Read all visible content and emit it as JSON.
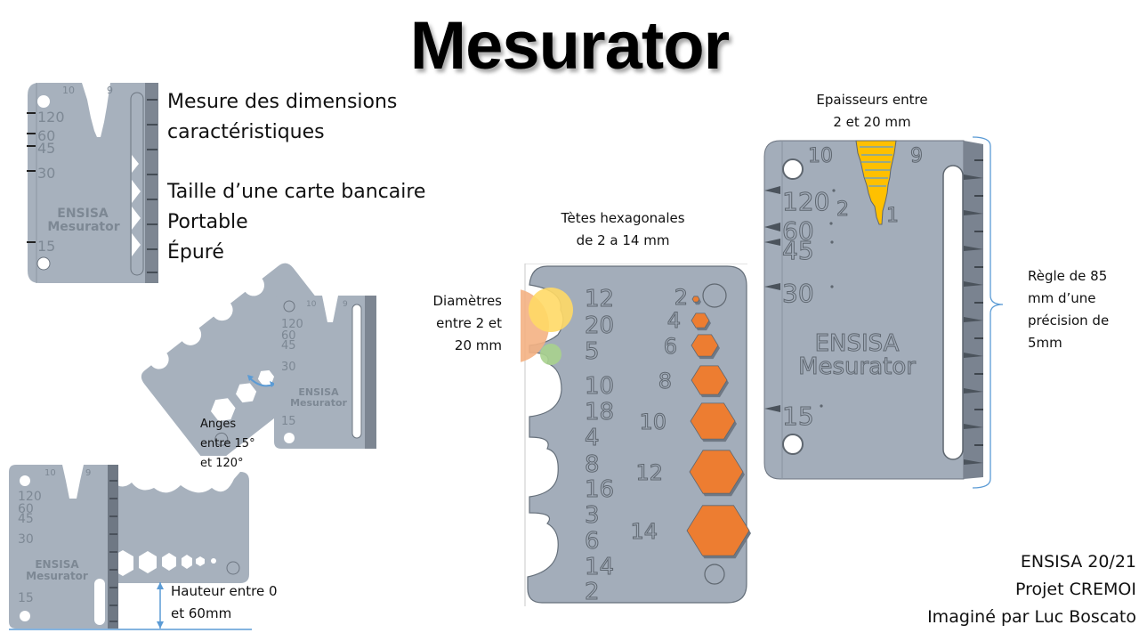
{
  "title": "Mesurator",
  "features": {
    "line1": "Mesure des dimensions",
    "line2": "caractéristiques",
    "line3": "Taille d’une carte bancaire",
    "line4": "Portable",
    "line5": "Épuré"
  },
  "notes": {
    "angles": [
      "Anges",
      "entre 15°",
      "et 120°"
    ],
    "height": [
      "Hauteur entre 0",
      "et 60mm"
    ],
    "hex_heads": [
      "Tètes hexagonales",
      "de 2 a 14 mm"
    ],
    "diameters": [
      "Diamètres",
      "entre 2 et",
      "20 mm"
    ],
    "thickness": [
      "Epaisseurs entre",
      "2 et 20 mm"
    ],
    "ruler": [
      "Règle de 85",
      "mm d’une",
      "précision de",
      "5mm"
    ]
  },
  "credits": {
    "line1": "ENSISA 20/21",
    "line2": "Projet CREMOI",
    "line3": "Imaginé par Luc Boscato"
  },
  "card": {
    "brand": "ENSISA",
    "name": "Mesurator",
    "angles": [
      "120",
      "60",
      "45",
      "30",
      "15"
    ],
    "degree": "°",
    "gauge_top_left": "10",
    "gauge_top_right": "9",
    "gauge_bottom_left": "2",
    "gauge_bottom_right": "1",
    "hole_labels": [
      "12",
      "20",
      "5",
      "10",
      "18",
      "4",
      "8",
      "16",
      "3",
      "6",
      "14",
      "2"
    ],
    "hex_sizes": [
      "2",
      "4",
      "6",
      "8",
      "10",
      "12",
      "14"
    ]
  },
  "colors": {
    "card": "#a2acb9",
    "card_edge": "#6c7480",
    "hex_fill": "#ed7d31",
    "gauge_fill": "#ffc000",
    "diam_large": "#f4b183",
    "diam_mid": "#ffd966",
    "diam_small": "#a9d18e",
    "annotation": "#5b9bd5"
  }
}
